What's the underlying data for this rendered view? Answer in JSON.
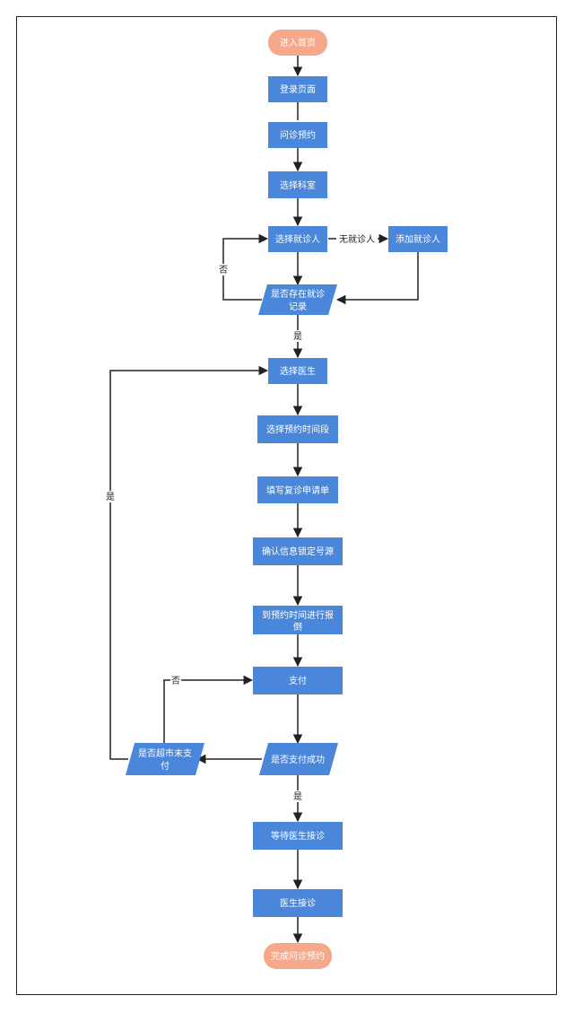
{
  "colors": {
    "process": "#4a86d9",
    "terminal": "#f5a98a",
    "line": "#222222",
    "background": "#ffffff"
  },
  "nodes": {
    "start": "进入首页",
    "login": "登录页面",
    "consult": "问诊预约",
    "dept": "选择科室",
    "select_patient": "选择就诊人",
    "add_patient": "添加就诊人",
    "record_exists_1": "是否存在就诊",
    "record_exists_2": "记录",
    "doctor": "选择医生",
    "time_slot": "选择预约时间段",
    "form": "填写复诊申请单",
    "confirm": "确认信息锁定号源",
    "report_1": "到预约时间进行报",
    "report_2": "倒",
    "pay": "支付",
    "pay_success": "是否支付成功",
    "overtime_1": "是否超市未支",
    "overtime_2": "付",
    "wait": "等待医生接诊",
    "accept": "医生接诊",
    "end": "完成问诊预约"
  },
  "edges": {
    "no_patient": "无就诊人",
    "no_1": "否",
    "yes_1": "是",
    "yes_2": "是",
    "no_2": "否",
    "yes_3": "是"
  }
}
